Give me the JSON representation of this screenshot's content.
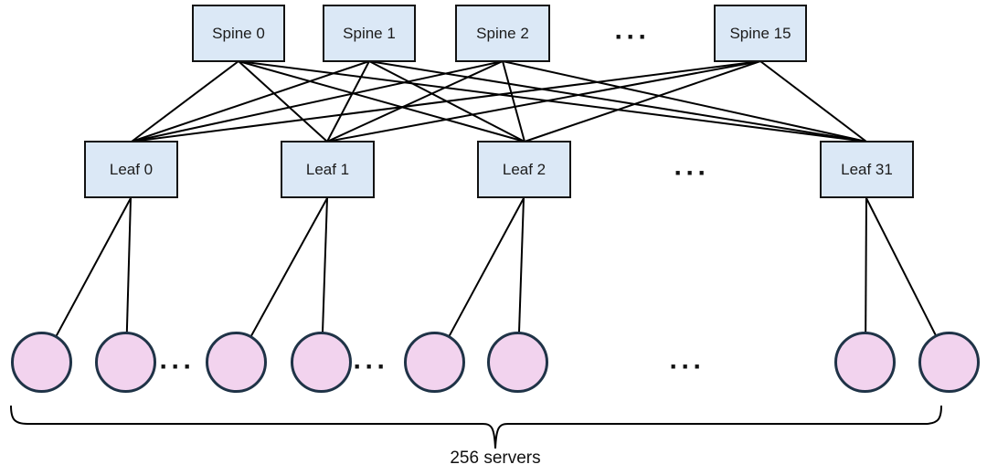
{
  "diagram": {
    "spine_row": {
      "nodes": [
        "Spine 0",
        "Spine 1",
        "Spine 2",
        "Spine 15"
      ],
      "ellipsis": "···"
    },
    "leaf_row": {
      "nodes": [
        "Leaf 0",
        "Leaf 1",
        "Leaf 2",
        "Leaf 31"
      ],
      "ellipsis": "···"
    },
    "server_row": {
      "visible_servers": 8,
      "ellipses": [
        "···",
        "···",
        "···"
      ]
    },
    "annotation": {
      "brace_label": "256 servers"
    },
    "topology": {
      "spine_to_leaf": "full mesh between visible spine and leaf switches",
      "servers_per_visible_leaf": 2
    },
    "colors": {
      "switch_fill": "#dbe8f6",
      "switch_border": "#121212",
      "server_fill": "#f2d3ee",
      "server_border": "#1f3347",
      "link_line": "#000000",
      "text": "#1c1c1c"
    }
  }
}
